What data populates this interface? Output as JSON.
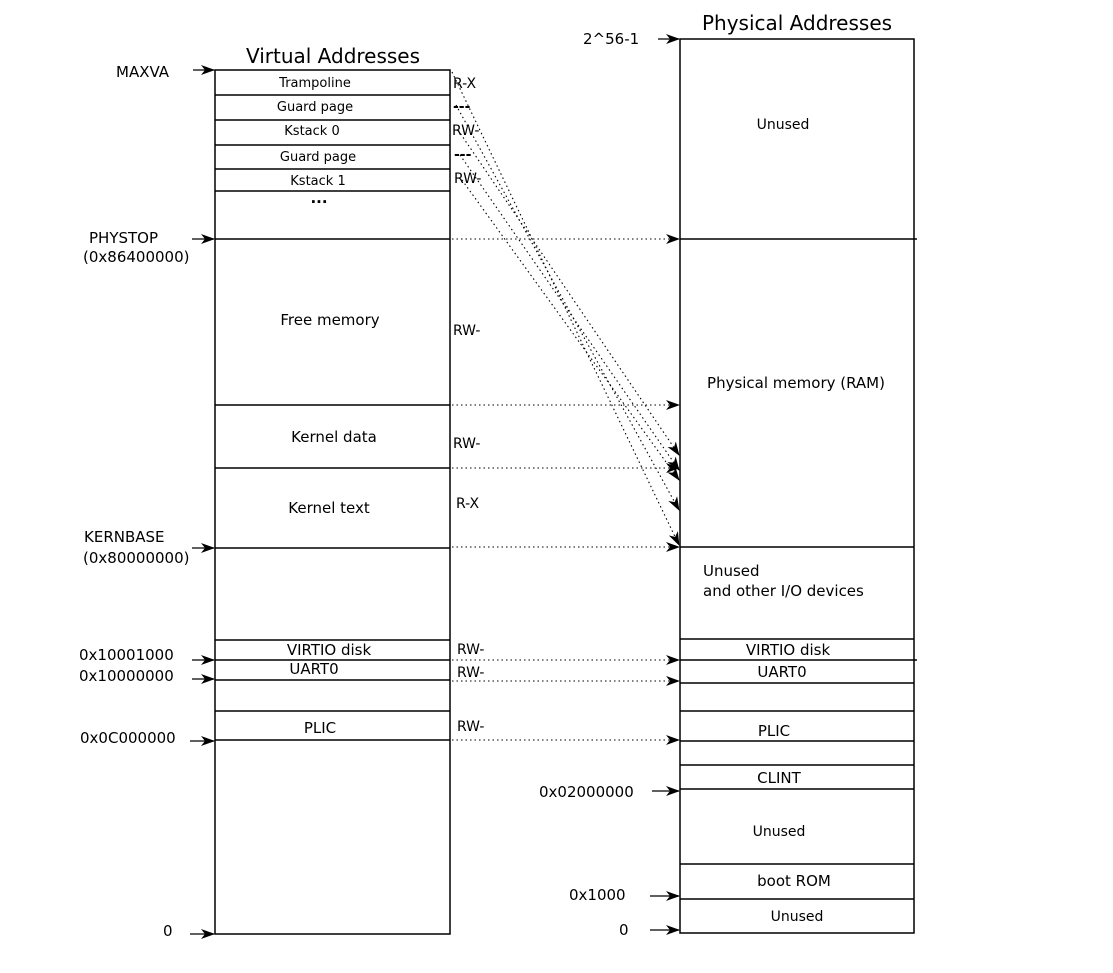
{
  "colors": {
    "stroke": "#000000",
    "background": "#ffffff"
  },
  "titles": {
    "virtual": "Virtual Addresses",
    "physical": "Physical Addresses"
  },
  "virtual": {
    "regions": {
      "trampoline": "Trampoline",
      "guard_page_1": "Guard page",
      "kstack_0": "Kstack 0",
      "guard_page_2": "Guard page",
      "kstack_1": "Kstack 1",
      "ellipsis": "...",
      "free_memory": "Free memory",
      "kernel_data": "Kernel data",
      "kernel_text": "Kernel text",
      "virtio_disk": "VIRTIO disk",
      "uart0": "UART0",
      "plic": "PLIC"
    },
    "permissions": {
      "trampoline": "R-X",
      "guard_page_1": "---",
      "kstack_0": "RW-",
      "guard_page_2": "---",
      "kstack_1": "RW-",
      "free_memory": "RW-",
      "kernel_data": "RW-",
      "kernel_text": "R-X",
      "virtio_disk": "RW-",
      "uart0": "RW-",
      "plic": "RW-"
    },
    "addresses": {
      "maxva": "MAXVA",
      "phystop": "PHYSTOP",
      "phystop_hex": "(0x86400000)",
      "kernbase": "KERNBASE",
      "kernbase_hex": "(0x80000000)",
      "virtio": "0x10001000",
      "uart": "0x10000000",
      "plic": "0x0C000000",
      "zero": "0"
    }
  },
  "physical": {
    "regions": {
      "unused_top": "Unused",
      "ram": "Physical memory (RAM)",
      "unused_io": "Unused\nand other I/O devices",
      "virtio_disk": "VIRTIO disk",
      "uart0": "UART0",
      "plic": "PLIC",
      "clint": "CLINT",
      "unused_mid": "Unused",
      "boot_rom": "boot ROM",
      "unused_bottom": "Unused"
    },
    "addresses": {
      "top": "2^56-1",
      "clint": "0x02000000",
      "boot": "0x1000",
      "zero": "0"
    }
  }
}
